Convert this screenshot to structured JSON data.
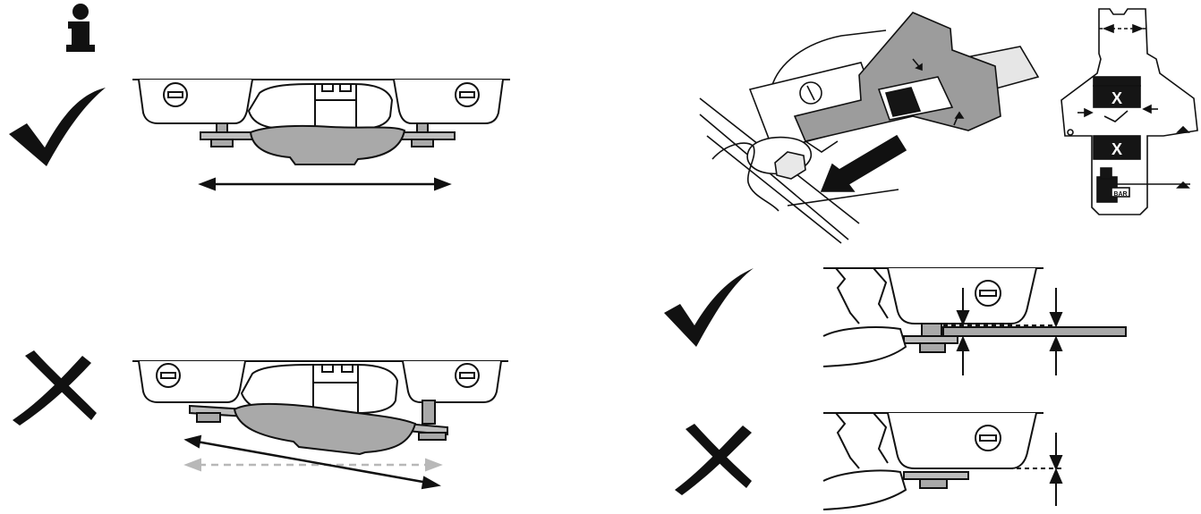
{
  "labels": {
    "x_mark_top": "X",
    "x_mark_bottom": "X",
    "bar_tag": "BAR"
  },
  "colors": {
    "ink": "#111111",
    "foot_gray": "#a9a9a9",
    "pad_gray": "#bdbdbd",
    "dashed_gray": "#b8b8b8",
    "tool_gray": "#9c9c9c",
    "dark_block": "#151515"
  },
  "icons": {
    "info": "info-icon",
    "check_top_left": "checkmark-icon",
    "cross_bottom_left": "cross-icon",
    "check_right": "checkmark-icon",
    "cross_right": "cross-icon"
  }
}
